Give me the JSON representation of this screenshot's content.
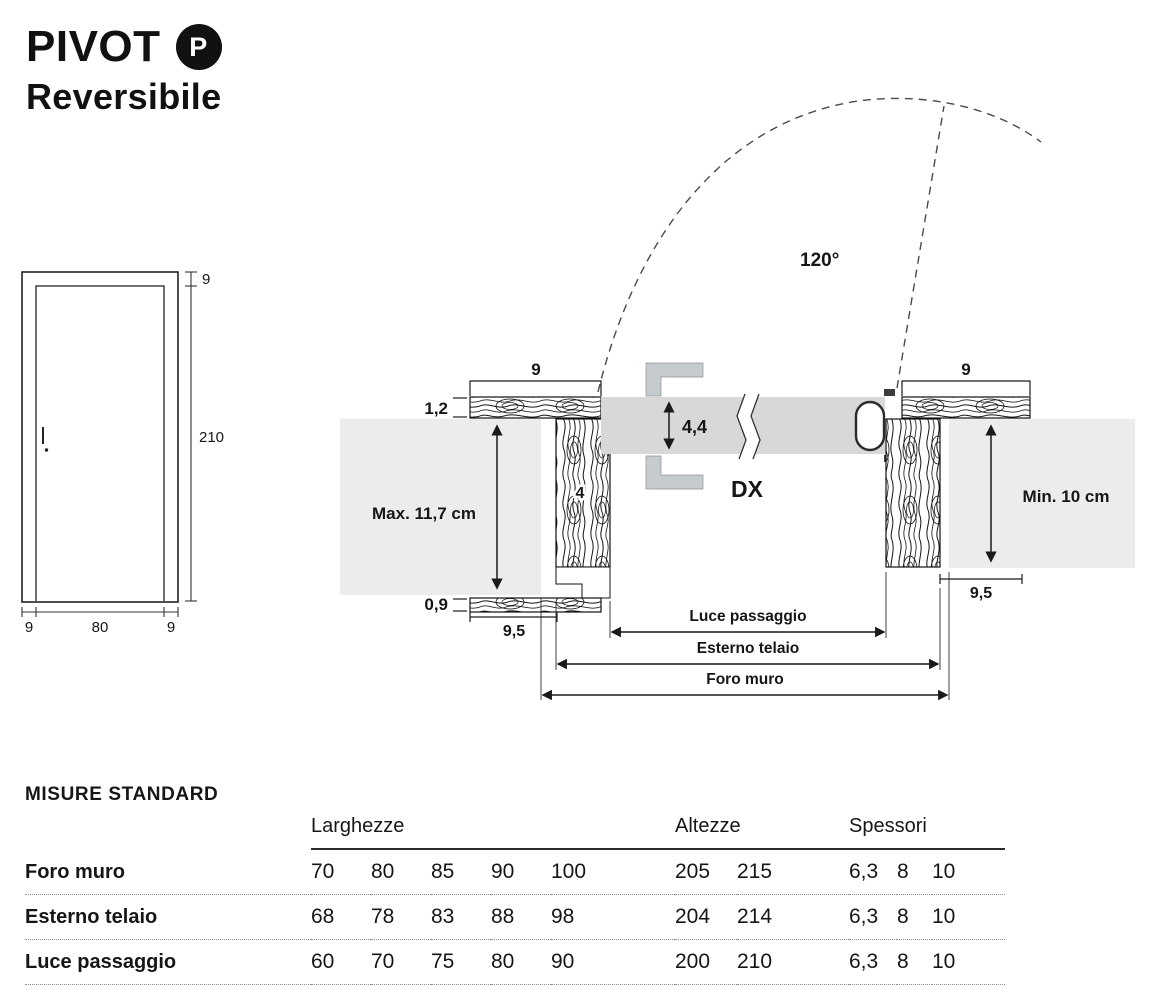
{
  "header": {
    "title": "PIVOT",
    "badge": "P",
    "subtitle": "Reversibile"
  },
  "colors": {
    "ink": "#161616",
    "door_panel_gray": "#d8d8d8",
    "wall_gray": "#ececec",
    "hardware_gray": "#c6cbcd"
  },
  "elevation": {
    "dim_top": "9",
    "dim_height": "210",
    "dim_bottom_left": "9",
    "dim_bottom_center": "80",
    "dim_bottom_right": "9"
  },
  "plan": {
    "swing_angle": "120°",
    "dim_left_frame_width": "9",
    "dim_right_frame_width": "9",
    "dim_top_thickness": "1,2",
    "dim_bottom_thickness": "0,9",
    "dim_door_thickness": "4,4",
    "dim_frame_inner": "4",
    "dim_left_depth": "9,5",
    "dim_right_depth": "9,5",
    "label_hand": "DX",
    "label_max_wall": "Max. 11,7 cm",
    "label_min_wall": "Min. 10 cm",
    "dim_luce_passaggio": "Luce passaggio",
    "dim_esterno_telaio": "Esterno telaio",
    "dim_foro_muro": "Foro muro"
  },
  "table": {
    "title": "MISURE STANDARD",
    "headers": {
      "larghezze": "Larghezze",
      "altezze": "Altezze",
      "spessori": "Spessori"
    },
    "rows": [
      {
        "label": "Foro muro",
        "larghezze": [
          "70",
          "80",
          "85",
          "90",
          "100"
        ],
        "altezze": [
          "205",
          "215"
        ],
        "spessori": [
          "6,3",
          "8",
          "10"
        ]
      },
      {
        "label": "Esterno telaio",
        "larghezze": [
          "68",
          "78",
          "83",
          "88",
          "98"
        ],
        "altezze": [
          "204",
          "214"
        ],
        "spessori": [
          "6,3",
          "8",
          "10"
        ]
      },
      {
        "label": "Luce passaggio",
        "larghezze": [
          "60",
          "70",
          "75",
          "80",
          "90"
        ],
        "altezze": [
          "200",
          "210"
        ],
        "spessori": [
          "6,3",
          "8",
          "10"
        ]
      }
    ]
  }
}
